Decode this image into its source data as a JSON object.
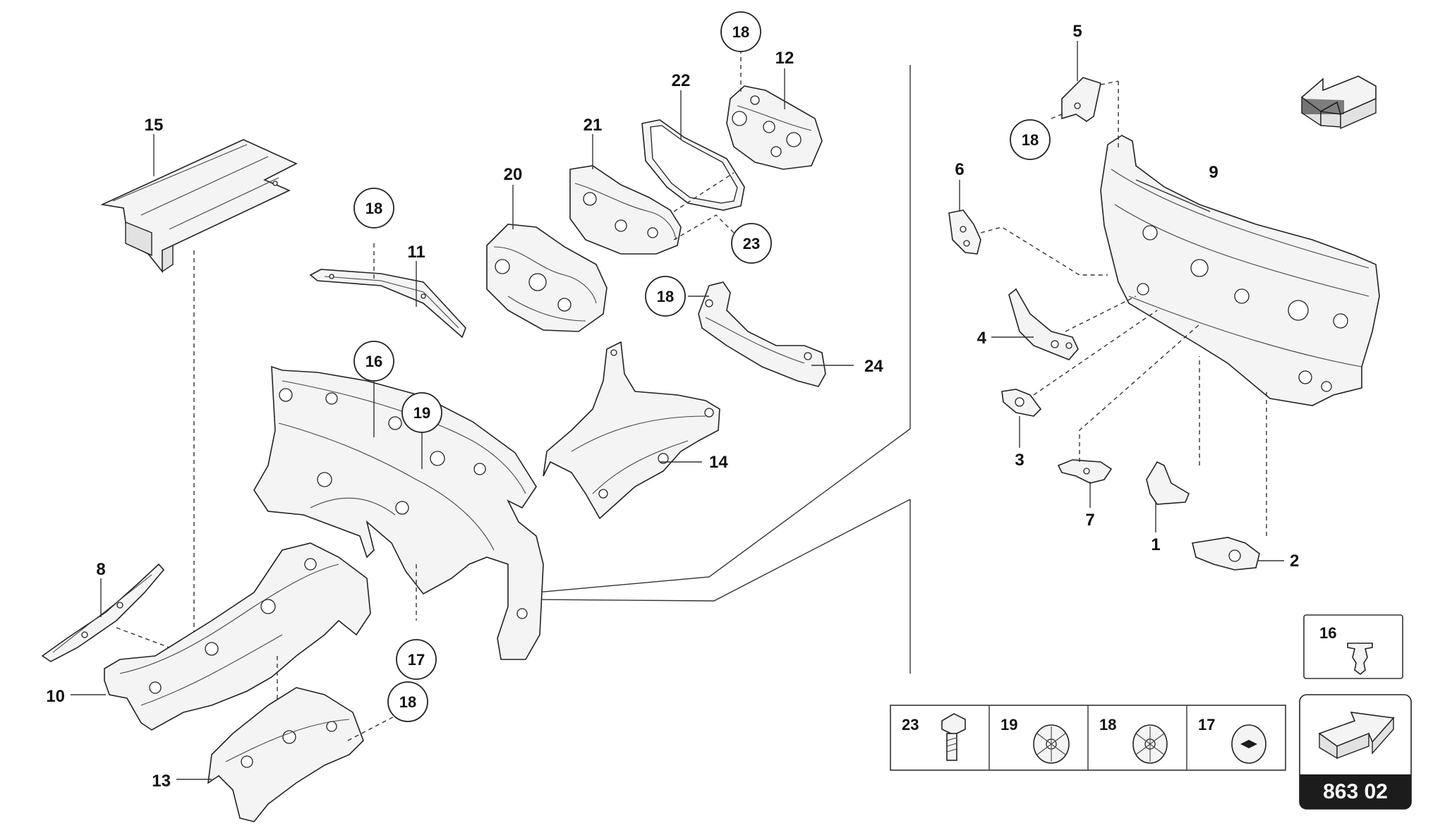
{
  "labels": {
    "l1": "1",
    "l2": "2",
    "l3": "3",
    "l4": "4",
    "l5": "5",
    "l6": "6",
    "l7": "7",
    "l8": "8",
    "l9": "9",
    "l10": "10",
    "l11": "11",
    "l12": "12",
    "l13": "13",
    "l14": "14",
    "l15": "15",
    "l20": "20",
    "l21": "21",
    "l22": "22",
    "l24": "24"
  },
  "callouts": {
    "c18a": "18",
    "c18b": "18",
    "c18c": "18",
    "c18d": "18",
    "c18e": "18",
    "c16": "16",
    "c19": "19",
    "c17": "17",
    "c23": "23"
  },
  "legend": {
    "fastener_23": "23",
    "fastener_19": "19",
    "fastener_18": "18",
    "fastener_17": "17",
    "clip_16": "16"
  },
  "diagram_code": "863 02",
  "colors": {
    "line": "#222222",
    "code_bg": "#1c1c1c",
    "code_text": "#ffffff"
  }
}
